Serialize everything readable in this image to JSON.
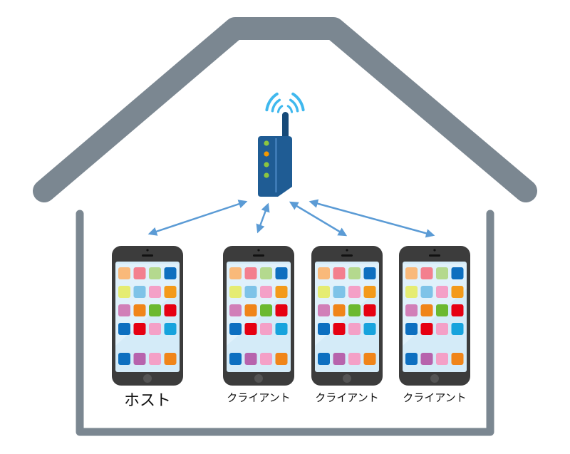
{
  "devices": [
    {
      "label": "ホスト",
      "role": "host"
    },
    {
      "label": "クライアント",
      "role": "client"
    },
    {
      "label": "クライアント",
      "role": "client"
    },
    {
      "label": "クライアント",
      "role": "client"
    }
  ],
  "colors": {
    "house": "#7b8791",
    "router": "#1f5c94",
    "wifi": "#3fb8ee",
    "arrow": "#5b9bd5",
    "phone_body": "#3c3c3c",
    "screen": "#d4ebf8",
    "app_icons": [
      [
        "#f9b97a",
        "#f37f8e",
        "#b4d98e",
        "#0e6fbf"
      ],
      [
        "#e5ec72",
        "#7ec3e8",
        "#f4a0c7",
        "#f39a1a"
      ],
      [
        "#d17fb8",
        "#f08519",
        "#6cb930",
        "#e60012"
      ],
      [
        "#0d6fc0",
        "#e60012",
        "#f4a0c7",
        "#17a3dd"
      ],
      [
        "#0d6fc0",
        "#b763ad",
        "#f4a0c7",
        "#f08519"
      ]
    ],
    "router_leds": [
      "#8cc63f",
      "#f39800",
      "#8cc63f",
      "#8cc63f"
    ]
  }
}
